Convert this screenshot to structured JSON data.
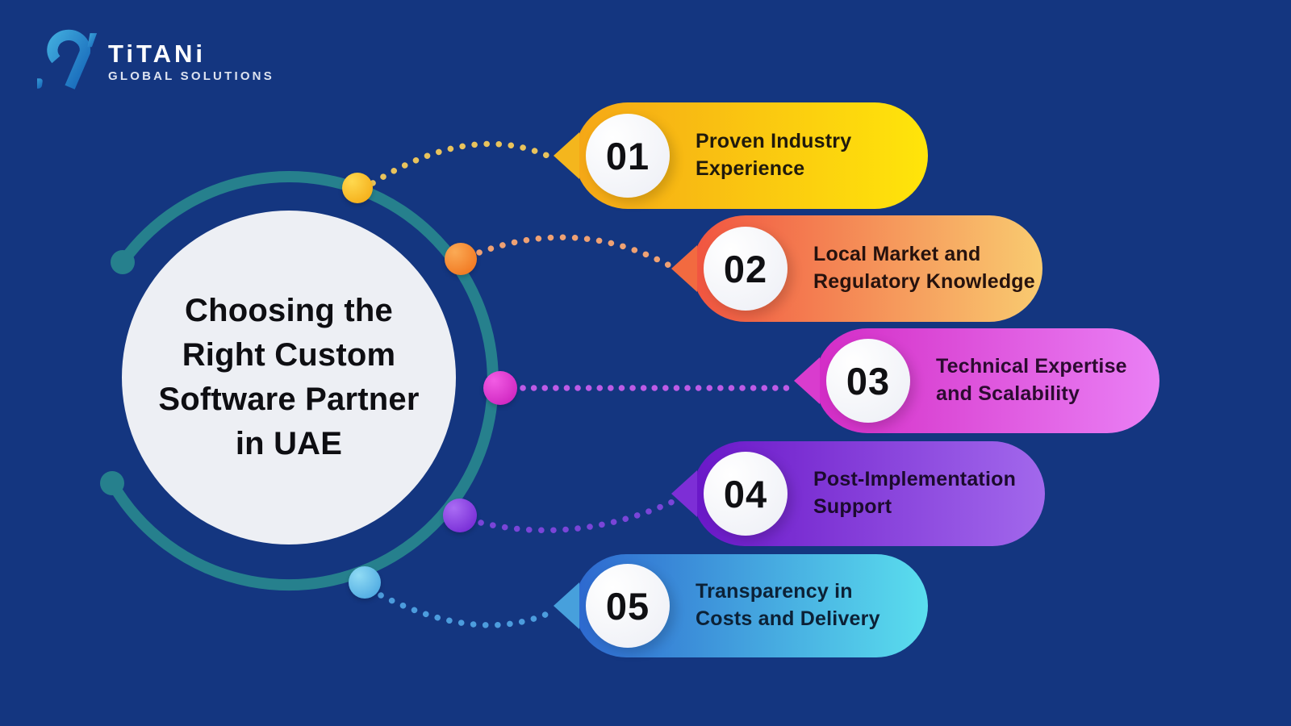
{
  "logo": {
    "brand": "TiTANi",
    "tagline": "GLOBAL SOLUTIONS",
    "mark_color_light": "#3fa9dc",
    "mark_color_dark": "#1565b8"
  },
  "center_circle": {
    "title_lines": [
      "Choosing the",
      "Right Custom",
      "Software Partner",
      "in UAE"
    ]
  },
  "colors": {
    "background": "#143680",
    "ring": "#26808d",
    "center_fill": "#edeff4",
    "title": "#0e0e12"
  },
  "pills": [
    {
      "number": "01",
      "line1": "Proven Industry",
      "line2": "Experience",
      "colors": {
        "start": "#f5a717",
        "end": "#ffe50a",
        "tail": "#f4b61d",
        "text": "#201a0c",
        "connector": "#e9c35c",
        "dot_light": "#ffd94f",
        "dot_dark": "#f2a50d"
      }
    },
    {
      "number": "02",
      "line1": "Local Market and",
      "line2": "Regulatory Knowledge",
      "colors": {
        "start": "#f15440",
        "end": "#f9cb70",
        "tail": "#f26a40",
        "text": "#26120e",
        "connector": "#efa173",
        "dot_light": "#fbaa55",
        "dot_dark": "#ef6d15"
      }
    },
    {
      "number": "03",
      "line1": "Technical Expertise",
      "line2": "and Scalability",
      "colors": {
        "start": "#d32cc6",
        "end": "#ea80f5",
        "tail": "#d93cce",
        "text": "#2c0b30",
        "connector": "#bd5be6",
        "dot_light": "#f25ce4",
        "dot_dark": "#c71ab8"
      }
    },
    {
      "number": "04",
      "line1": "Post-Implementation",
      "line2": "Support",
      "colors": {
        "start": "#6a17c8",
        "end": "#a268ec",
        "tail": "#7d2ed6",
        "text": "#1c0b2e",
        "connector": "#7a45d8",
        "dot_light": "#aa6cf4",
        "dot_dark": "#6c1ecf"
      }
    },
    {
      "number": "05",
      "line1": "Transparency in",
      "line2": "Costs and Delivery",
      "colors": {
        "start": "#2d68cf",
        "end": "#5adeee",
        "tail": "#47a0dc",
        "text": "#0c2136",
        "connector": "#4c9cdd",
        "dot_light": "#90dbf4",
        "dot_dark": "#41a0de"
      }
    }
  ]
}
